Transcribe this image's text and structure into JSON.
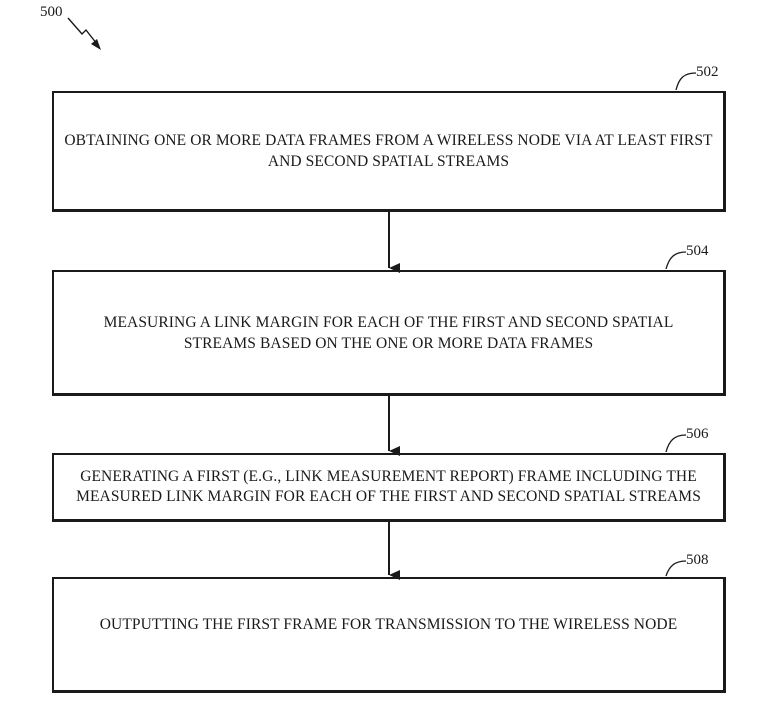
{
  "figure": {
    "ref": "500"
  },
  "steps": [
    {
      "ref": "502",
      "text": "OBTAINING ONE OR MORE DATA FRAMES FROM A WIRELESS NODE VIA AT LEAST FIRST AND SECOND SPATIAL STREAMS"
    },
    {
      "ref": "504",
      "text": "MEASURING A LINK MARGIN FOR EACH OF THE FIRST AND SECOND SPATIAL STREAMS BASED ON THE ONE OR MORE DATA FRAMES"
    },
    {
      "ref": "506",
      "text": "GENERATING A FIRST (E.G., LINK MEASUREMENT REPORT) FRAME INCLUDING THE MEASURED LINK MARGIN FOR EACH OF THE FIRST AND SECOND SPATIAL STREAMS"
    },
    {
      "ref": "508",
      "text": "OUTPUTTING THE FIRST FRAME FOR TRANSMISSION TO THE WIRELESS NODE"
    }
  ]
}
